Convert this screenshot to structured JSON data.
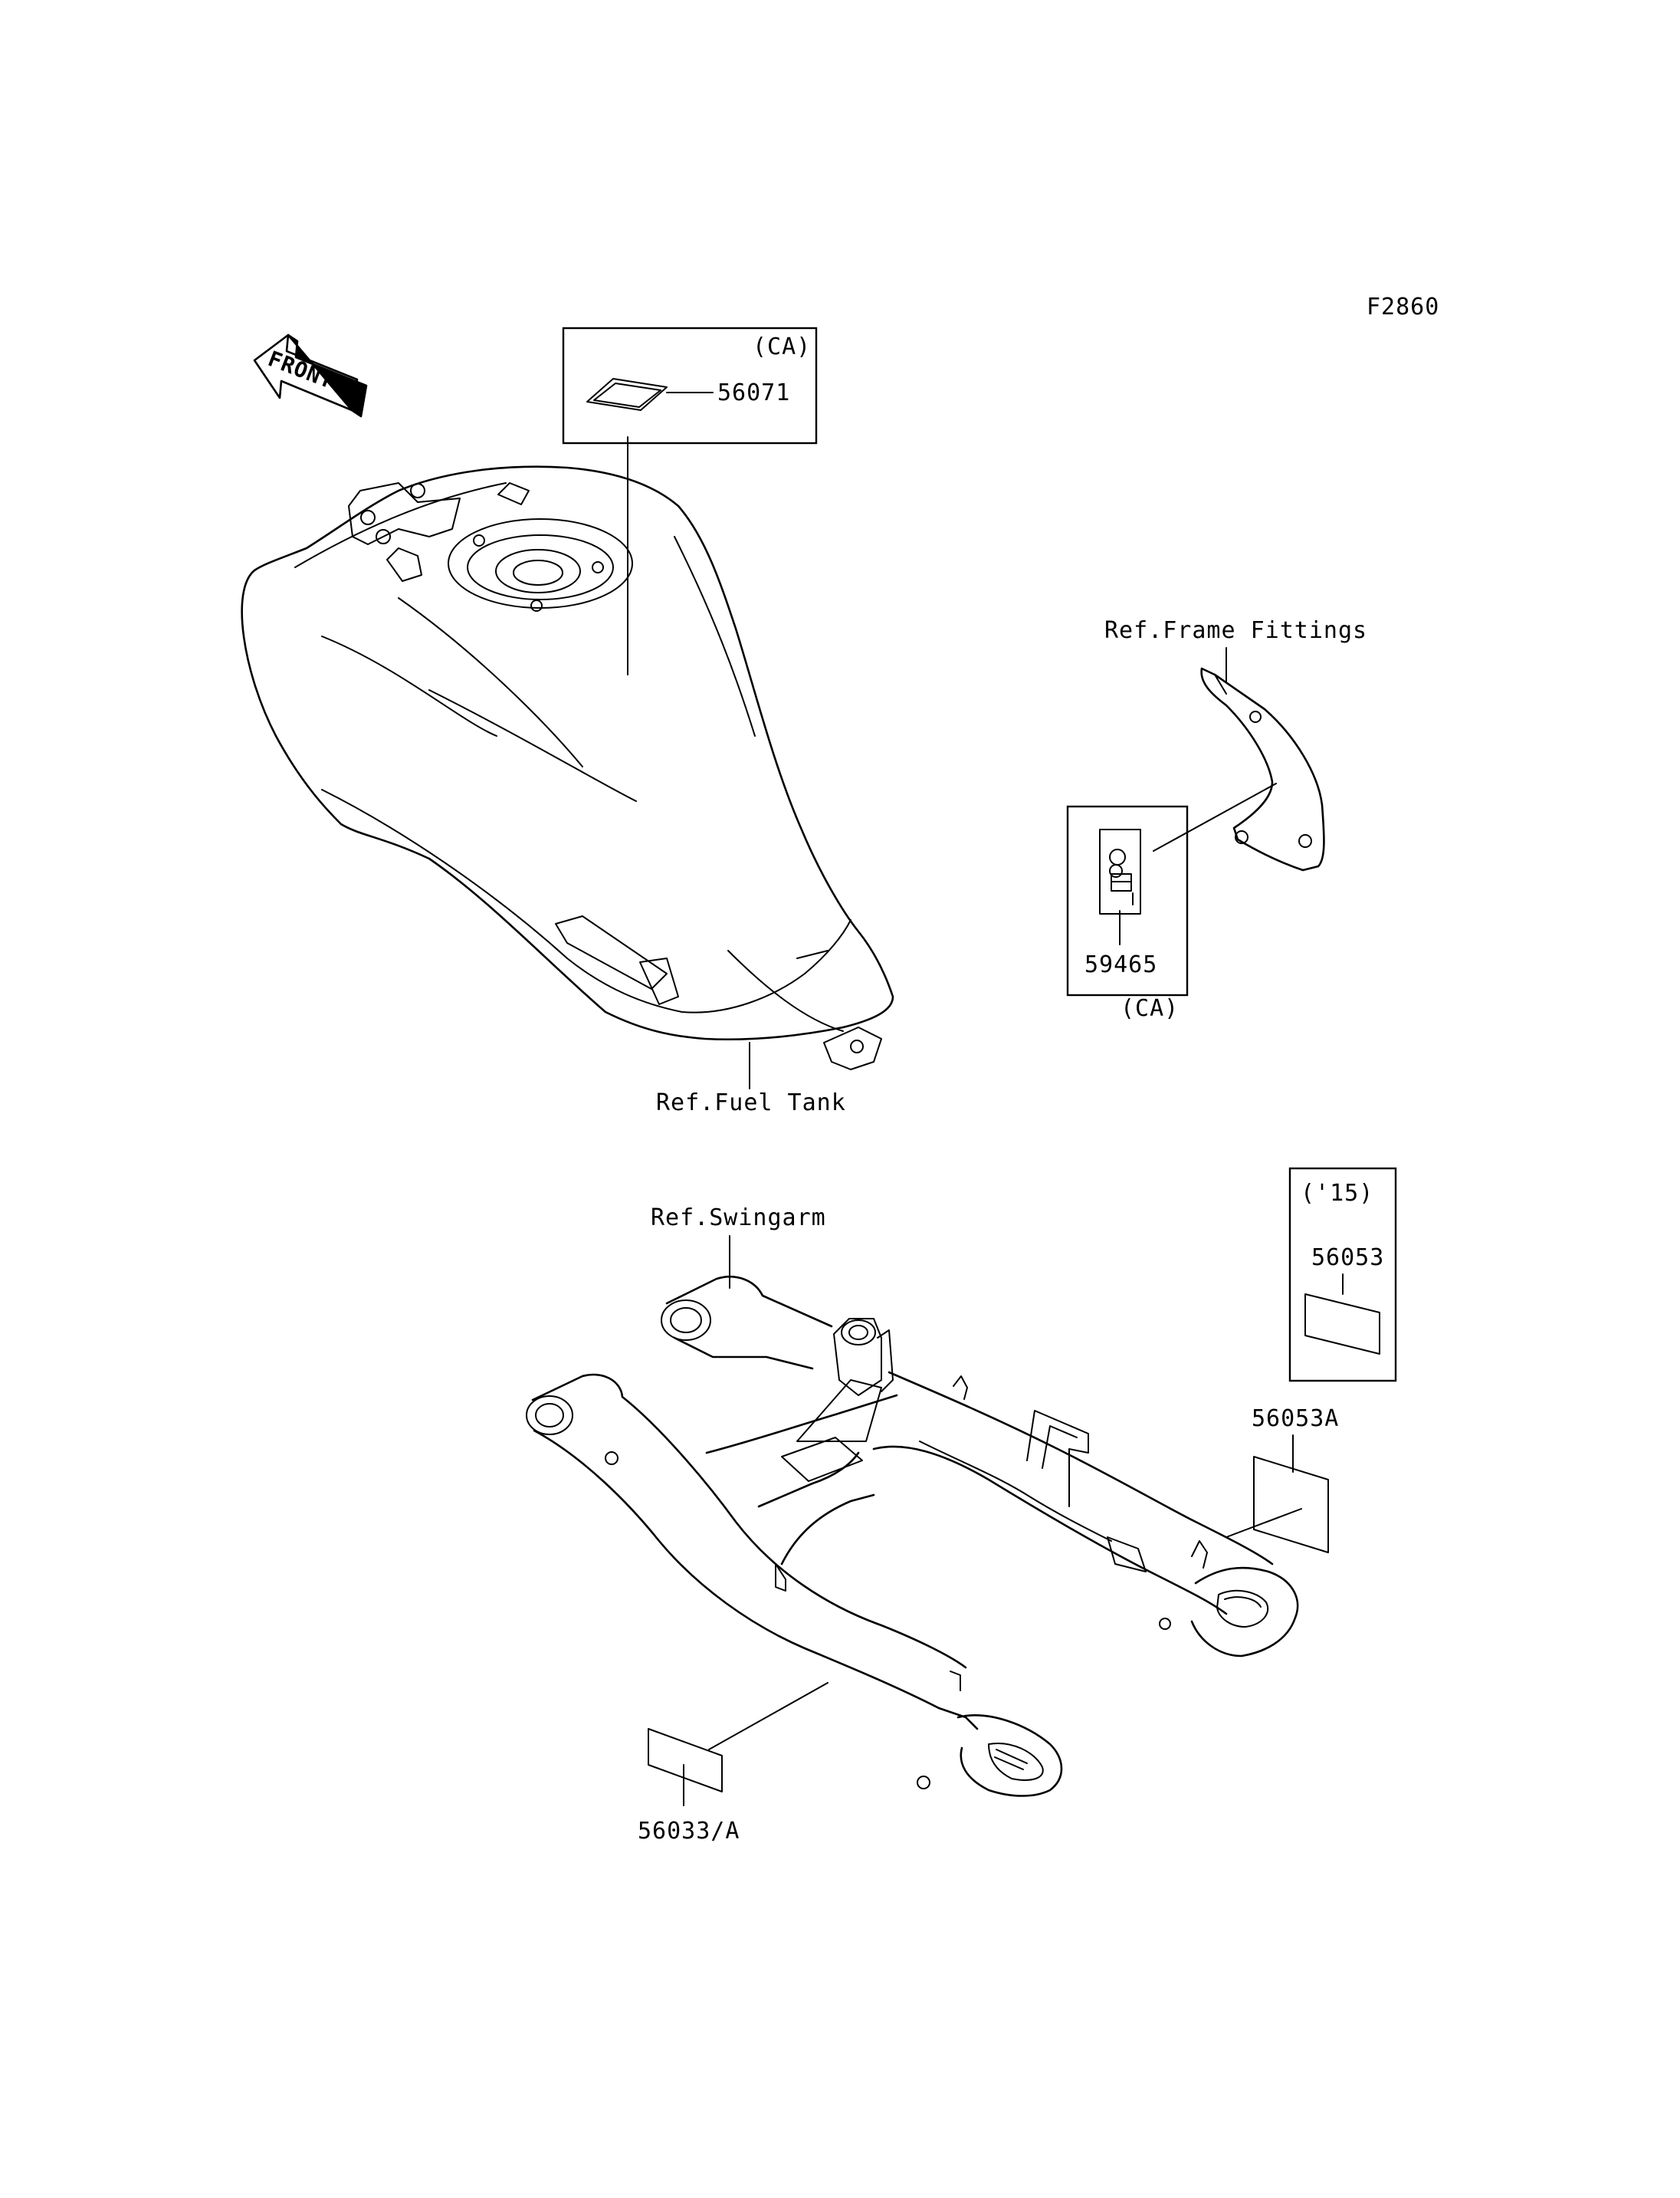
{
  "figure_id": "F2860",
  "front_arrow": {
    "text": "FRONT",
    "icon": "front-direction-arrow-icon"
  },
  "fuel_tank": {
    "ref_label": "Ref.Fuel Tank",
    "callout": {
      "part_number": "56071",
      "variant": "(CA)"
    }
  },
  "frame_fittings": {
    "ref_label": "Ref.Frame Fittings",
    "callout": {
      "part_number": "59465",
      "variant": "(CA)"
    }
  },
  "swingarm": {
    "ref_label": "Ref.Swingarm",
    "callouts": [
      {
        "part_number": "56053",
        "variant": "('15)"
      },
      {
        "part_number": "56053A"
      },
      {
        "part_number": "56033/A"
      }
    ]
  }
}
